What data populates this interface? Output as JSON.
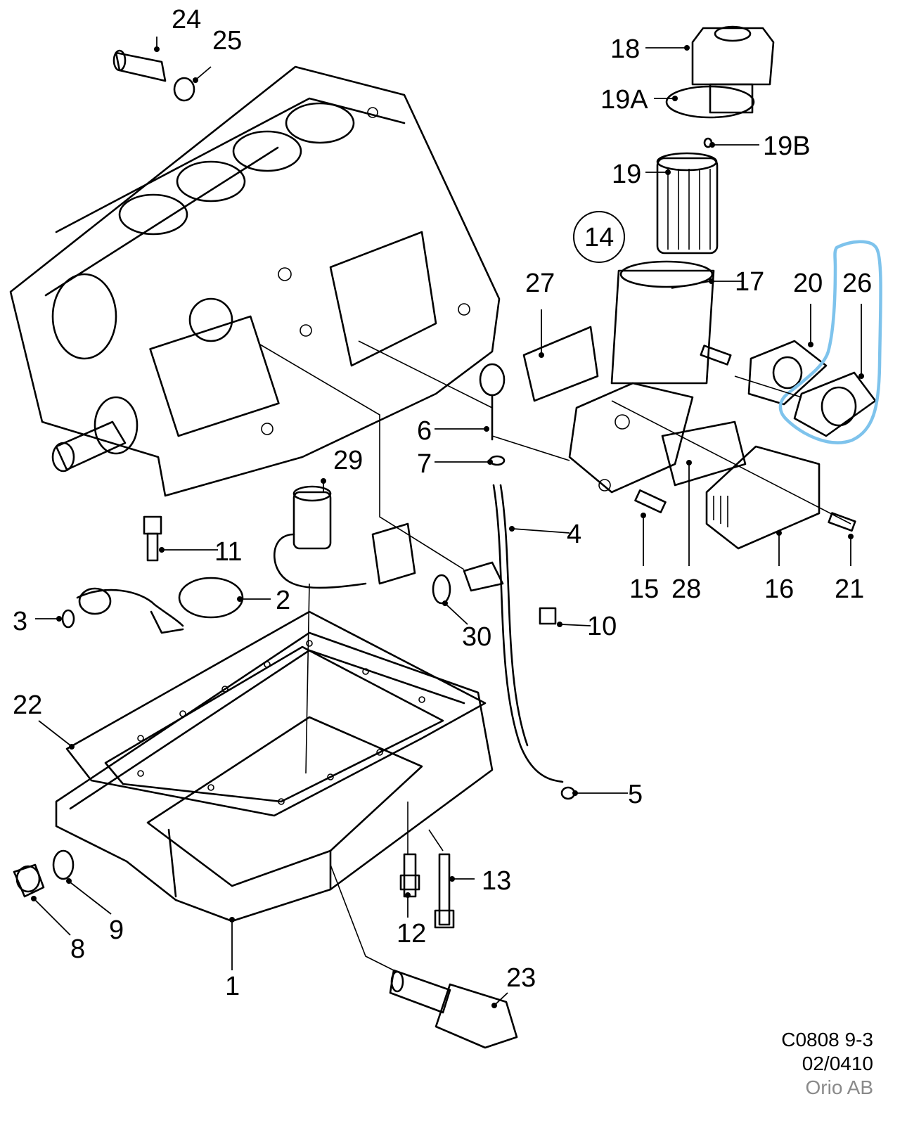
{
  "labels": {
    "p1": "1",
    "p2": "2",
    "p3": "3",
    "p4": "4",
    "p5": "5",
    "p6": "6",
    "p7": "7",
    "p8": "8",
    "p9": "9",
    "p10": "10",
    "p11": "11",
    "p12": "12",
    "p13": "13",
    "p14": "14",
    "p15": "15",
    "p16": "16",
    "p17": "17",
    "p18": "18",
    "p19": "19",
    "p19a": "19A",
    "p19b": "19B",
    "p20": "20",
    "p21": "21",
    "p22": "22",
    "p23": "23",
    "p24": "24",
    "p25": "25",
    "p26": "26",
    "p27": "27",
    "p28": "28",
    "p29": "29",
    "p30": "30"
  },
  "footer": {
    "code": "C0808 9-3",
    "date": "02/0410",
    "brand": "Orio AB"
  },
  "colors": {
    "line": "#000000",
    "highlight": "#7ec3ec",
    "brand_text": "#8a8a8a"
  }
}
